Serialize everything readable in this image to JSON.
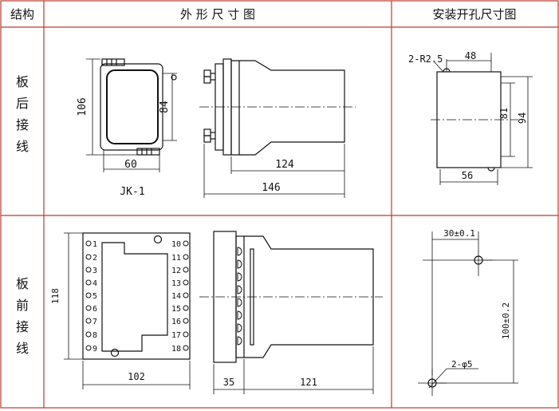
{
  "headers": {
    "structure": "结构",
    "outline": "外 形 尺 寸 图",
    "cutout": "安装开孔尺寸图"
  },
  "rows": {
    "rear": {
      "label_chars": [
        "板",
        "后",
        "接",
        "线"
      ]
    },
    "front": {
      "label_chars": [
        "板",
        "前",
        "接",
        "线"
      ]
    }
  },
  "rear_outline": {
    "height_outer": "106",
    "height_inner": "84",
    "width_front": "60",
    "model": "JK-1",
    "depth_body": "124",
    "depth_total": "146"
  },
  "rear_cutout": {
    "radius": "2-R2.5",
    "top_width": "48",
    "inner_height": "81",
    "outer_height": "94",
    "bottom_width": "56"
  },
  "front_outline": {
    "height": "118",
    "width": "102",
    "flange": "35",
    "body": "121",
    "left_terminals": [
      "1",
      "2",
      "3",
      "4",
      "5",
      "6",
      "7",
      "8",
      "9"
    ],
    "right_terminals": [
      "10",
      "11",
      "12",
      "13",
      "14",
      "15",
      "16",
      "17",
      "18"
    ]
  },
  "front_cutout": {
    "top_width": "30±0.1",
    "height": "100±0.2",
    "holes": "2-φ5"
  },
  "colors": {
    "grid_line": "#c0392b",
    "drawing": "#111111"
  }
}
